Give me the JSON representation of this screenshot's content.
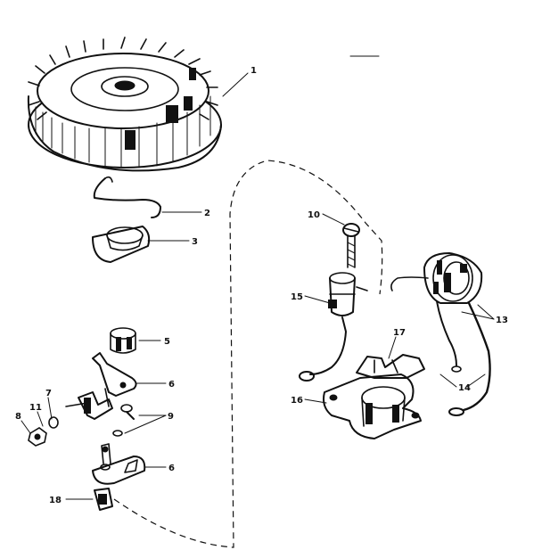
{
  "callouts": {
    "c1": "1",
    "c2": "2",
    "c3": "3",
    "c5": "5",
    "c6a": "6",
    "c6b": "6",
    "c7": "7",
    "c8": "8",
    "c9": "9",
    "c10": "10",
    "c11": "11",
    "c13": "13",
    "c14": "14",
    "c15": "15",
    "c16": "16",
    "c17": "17",
    "c18": "18"
  }
}
